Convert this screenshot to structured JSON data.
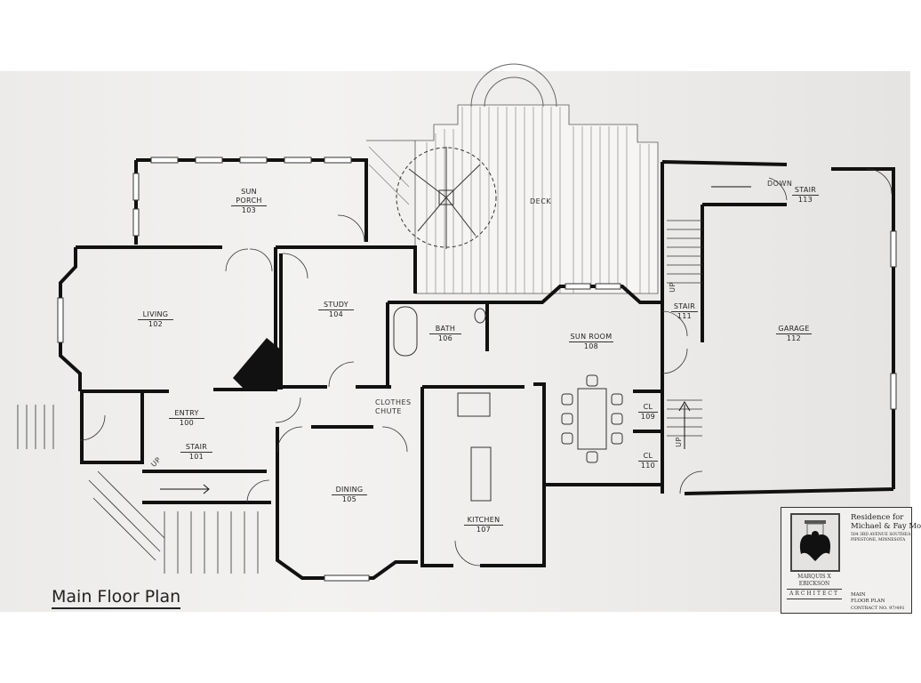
{
  "drawing": {
    "title": "Main Floor Plan",
    "title_block": {
      "project_line1": "Residence for",
      "project_line2": "Michael & Fay Mo",
      "address_line1": "504 3RD AVENUE SOUTHEA",
      "address_line2": "PIPESTONE, MINNESOTA",
      "firm_name": "MARQUIS X ERICKSON",
      "firm_role": "ARCHITECT",
      "sheet_title_line1": "MAIN",
      "sheet_title_line2": "FLOOR PLAN",
      "contract": "CONTRACT NO. 97/491"
    }
  },
  "rooms": [
    {
      "name": "SUN PORCH",
      "number": "103"
    },
    {
      "name": "LIVING",
      "number": "102"
    },
    {
      "name": "STUDY",
      "number": "104"
    },
    {
      "name": "BATH",
      "number": "106"
    },
    {
      "name": "ENTRY",
      "number": "100"
    },
    {
      "name": "STAIR",
      "number": "101"
    },
    {
      "name": "DINING",
      "number": "105"
    },
    {
      "name": "KITCHEN",
      "number": "107"
    },
    {
      "name": "SUN ROOM",
      "number": "108"
    },
    {
      "name": "CL",
      "number": "109"
    },
    {
      "name": "CL",
      "number": "110"
    },
    {
      "name": "STAIR",
      "number": "111"
    },
    {
      "name": "GARAGE",
      "number": "112"
    },
    {
      "name": "STAIR",
      "number": "113"
    }
  ],
  "notes": {
    "deck": "DECK",
    "clothes_chute_1": "CLOTHES",
    "clothes_chute_2": "CHUTE",
    "down": "DOWN",
    "up1": "UP",
    "up2": "UP",
    "up3": "UP"
  }
}
